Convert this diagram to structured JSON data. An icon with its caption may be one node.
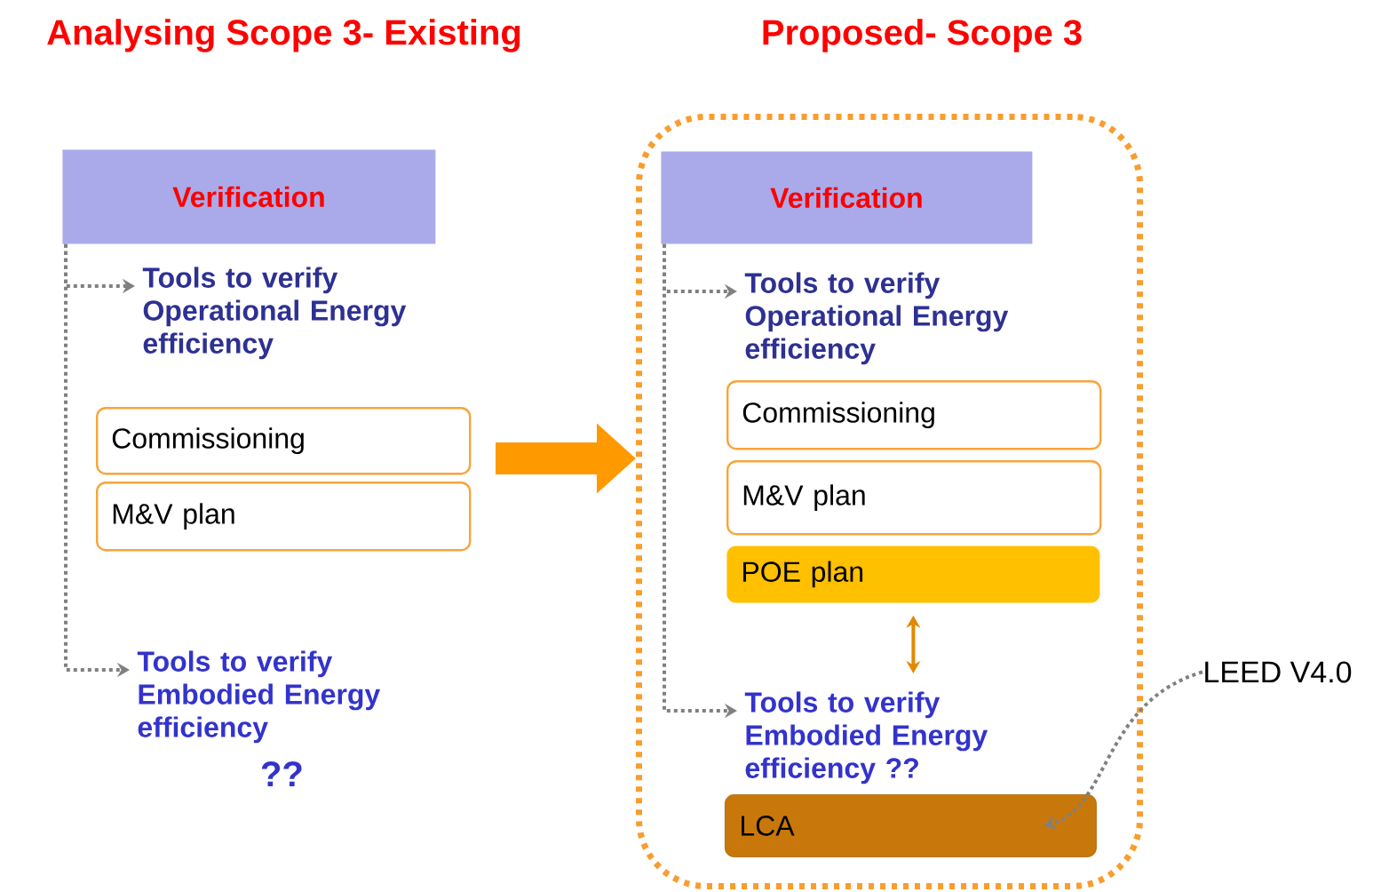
{
  "diagram": {
    "nodes": [
      {
        "text": [
          "Verification"
        ]
      },
      {
        "text": [
          "Tools to verify Operational Energy efficiency"
        ]
      },
      {
        "text": [
          "Commissioning"
        ]
      },
      {
        "text": [
          "M&V plan"
        ]
      },
      {
        "text": [
          "Tools to verify Embodied Energy efficiency",
          "??"
        ]
      },
      {
        "text": [],
        "shape": "box"
      },
      {
        "text": [
          "Verification"
        ],
        "in": 5
      },
      {
        "text": [
          "Tools to verify Operational Energy efficiency"
        ],
        "in": 5
      },
      {
        "text": [
          "Commissioning"
        ],
        "in": 5
      },
      {
        "text": [
          "M&V plan"
        ],
        "in": 5
      },
      {
        "text": [
          "POE plan"
        ],
        "in": 5
      },
      {
        "text": [
          "Tools to verify Embodied Energy efficiency ??"
        ],
        "in": 5
      },
      {
        "text": [
          "LCA"
        ],
        "in": 5
      },
      {
        "text": [
          "LEED V4.0"
        ]
      }
    ],
    "edges": [
      {
        "from": 0,
        "to": 1,
        "arrow": "to",
        "style": "dashed"
      },
      {
        "from": 0,
        "to": 4,
        "arrow": "to",
        "style": "dashed"
      },
      {
        "from": null,
        "to": 5,
        "arrow": "to",
        "style": "thick",
        "color": "#ff9900"
      },
      {
        "from": 6,
        "to": 7,
        "arrow": "to",
        "style": "dashed"
      },
      {
        "from": 6,
        "to": 11,
        "arrow": "to",
        "style": "dashed"
      },
      {
        "from": 10,
        "to": 11,
        "arrow": "both",
        "color": "#e08a00"
      },
      {
        "from": 13,
        "to": 12,
        "arrow": "to",
        "style": "dashed"
      }
    ],
    "labels": [
      "Analysing Scope 3- Existing",
      "Proposed- Scope 3"
    ]
  }
}
